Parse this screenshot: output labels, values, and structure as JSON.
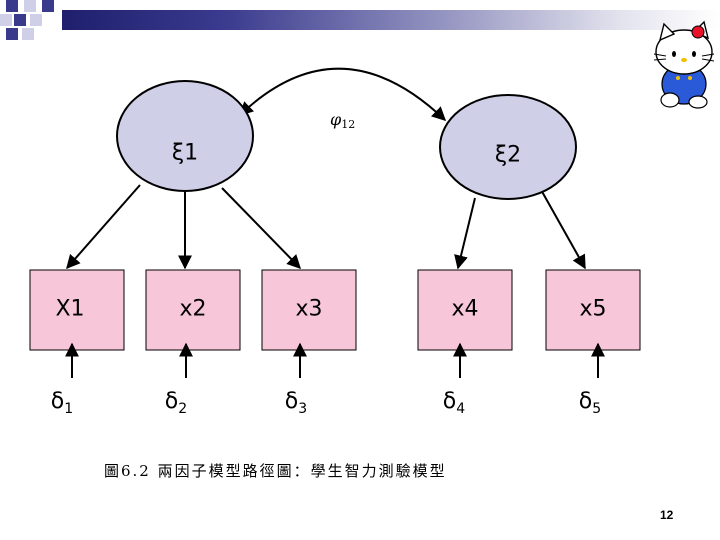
{
  "slide": {
    "title_bar_colors": [
      "#1f1f6e",
      "#ffffff"
    ],
    "page_number": "12"
  },
  "diagram": {
    "latent_factors": [
      {
        "label": "ξ1",
        "fill": "#cfd0e8"
      },
      {
        "label": "ξ2",
        "fill": "#cfd0e8"
      }
    ],
    "covariance_label": {
      "symbol": "φ",
      "sub": "12"
    },
    "indicators": [
      {
        "label": "X1",
        "fill": "#f7c6d9"
      },
      {
        "label": "x2",
        "fill": "#f7c6d9"
      },
      {
        "label": "x3",
        "fill": "#f7c6d9"
      },
      {
        "label": "x4",
        "fill": "#f7c6d9"
      },
      {
        "label": "x5",
        "fill": "#f7c6d9"
      }
    ],
    "errors": [
      {
        "symbol": "δ",
        "sub": "1"
      },
      {
        "symbol": "δ",
        "sub": "2"
      },
      {
        "symbol": "δ",
        "sub": "3"
      },
      {
        "symbol": "δ",
        "sub": "4"
      },
      {
        "symbol": "δ",
        "sub": "5"
      }
    ],
    "paths": [
      {
        "from": "ξ1",
        "to": "X1"
      },
      {
        "from": "ξ1",
        "to": "x2"
      },
      {
        "from": "ξ1",
        "to": "x3"
      },
      {
        "from": "ξ2",
        "to": "x4"
      },
      {
        "from": "ξ2",
        "to": "x5"
      }
    ]
  },
  "caption": "圖6.2 兩因子模型路徑圖：學生智力測驗模型",
  "icons": [
    "hello-kitty-mascot-icon"
  ]
}
